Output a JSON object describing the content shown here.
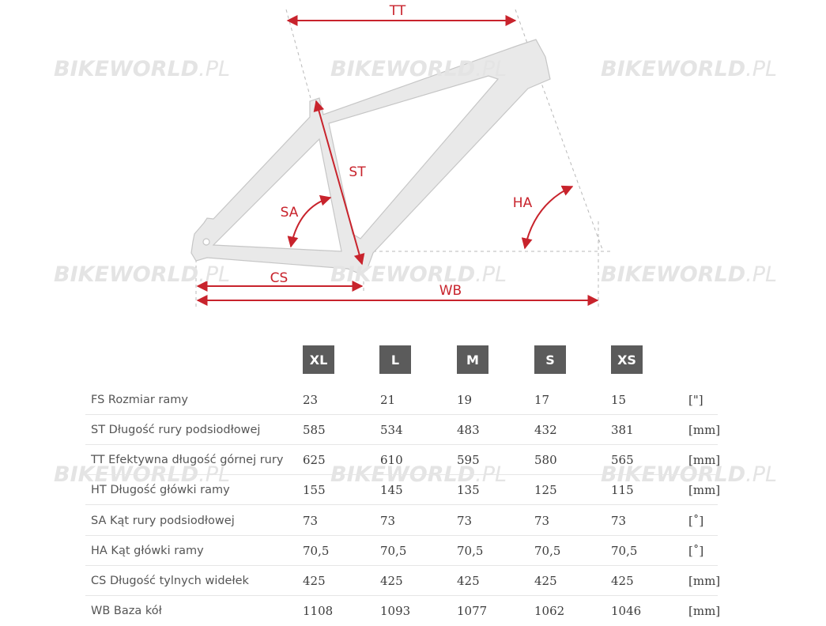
{
  "diagram": {
    "labels": {
      "tt": "TT",
      "st": "ST",
      "sa": "SA",
      "ha": "HA",
      "cs": "CS",
      "wb": "WB"
    },
    "accent_color": "#c8232c"
  },
  "watermark": {
    "brand": "BIKEWORLD",
    "suffix": ".PL"
  },
  "table": {
    "sizes": [
      "XL",
      "L",
      "M",
      "S",
      "XS"
    ],
    "rows": [
      {
        "label": "FS Rozmiar ramy",
        "values": [
          "23",
          "21",
          "19",
          "17",
          "15"
        ],
        "unit": "[\"]"
      },
      {
        "label": "ST Długość rury podsiodłowej",
        "values": [
          "585",
          "534",
          "483",
          "432",
          "381"
        ],
        "unit": "[mm]"
      },
      {
        "label": "TT Efektywna długość górnej rury",
        "values": [
          "625",
          "610",
          "595",
          "580",
          "565"
        ],
        "unit": "[mm]"
      },
      {
        "label": "HT Długość główki ramy",
        "values": [
          "155",
          "145",
          "135",
          "125",
          "115"
        ],
        "unit": "[mm]"
      },
      {
        "label": "SA Kąt rury podsiodłowej",
        "values": [
          "73",
          "73",
          "73",
          "73",
          "73"
        ],
        "unit": "[˚]"
      },
      {
        "label": "HA Kąt główki ramy",
        "values": [
          "70,5",
          "70,5",
          "70,5",
          "70,5",
          "70,5"
        ],
        "unit": "[˚]"
      },
      {
        "label": "CS Długość tylnych widełek",
        "values": [
          "425",
          "425",
          "425",
          "425",
          "425"
        ],
        "unit": "[mm]"
      },
      {
        "label": "WB Baza kół",
        "values": [
          "1108",
          "1093",
          "1077",
          "1062",
          "1046"
        ],
        "unit": "[mm]"
      }
    ]
  }
}
